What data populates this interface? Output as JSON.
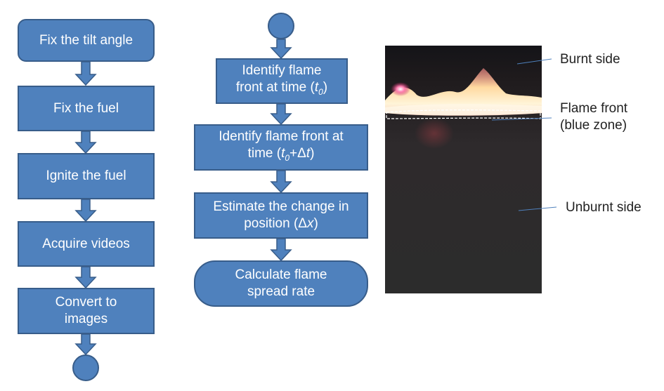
{
  "left_flow": {
    "steps": [
      "Fix the tilt angle",
      "Fix the fuel",
      "Ignite the fuel",
      "Acquire videos",
      "Convert to images"
    ]
  },
  "middle_flow": {
    "step1_line1": "Identify flame",
    "step1_line2_prefix": "front at time (",
    "step1_line2_var": "t",
    "step1_line2_sub": "0",
    "step1_line2_suffix": ")",
    "step2_line1": "Identify flame front at",
    "step2_line2_prefix": "time (",
    "step2_line2_var": "t",
    "step2_line2_sub": "0",
    "step2_line2_mid": "+Δ",
    "step2_line2_var2": "t",
    "step2_line2_suffix": ")",
    "step3_line1": "Estimate the change in",
    "step3_line2_prefix": "position (Δ",
    "step3_line2_var": "x",
    "step3_line2_suffix": ")",
    "step4_line1": "Calculate flame",
    "step4_line2": "spread rate"
  },
  "photo_labels": {
    "burnt": "Burnt side",
    "front_line1": "Flame front",
    "front_line2": "(blue zone)",
    "unburnt": "Unburnt side"
  },
  "colors": {
    "box_fill": "#4f81bd",
    "box_border": "#385d8a",
    "photo_background": "#2b2b2b",
    "leader_line": "#4f81bd"
  }
}
